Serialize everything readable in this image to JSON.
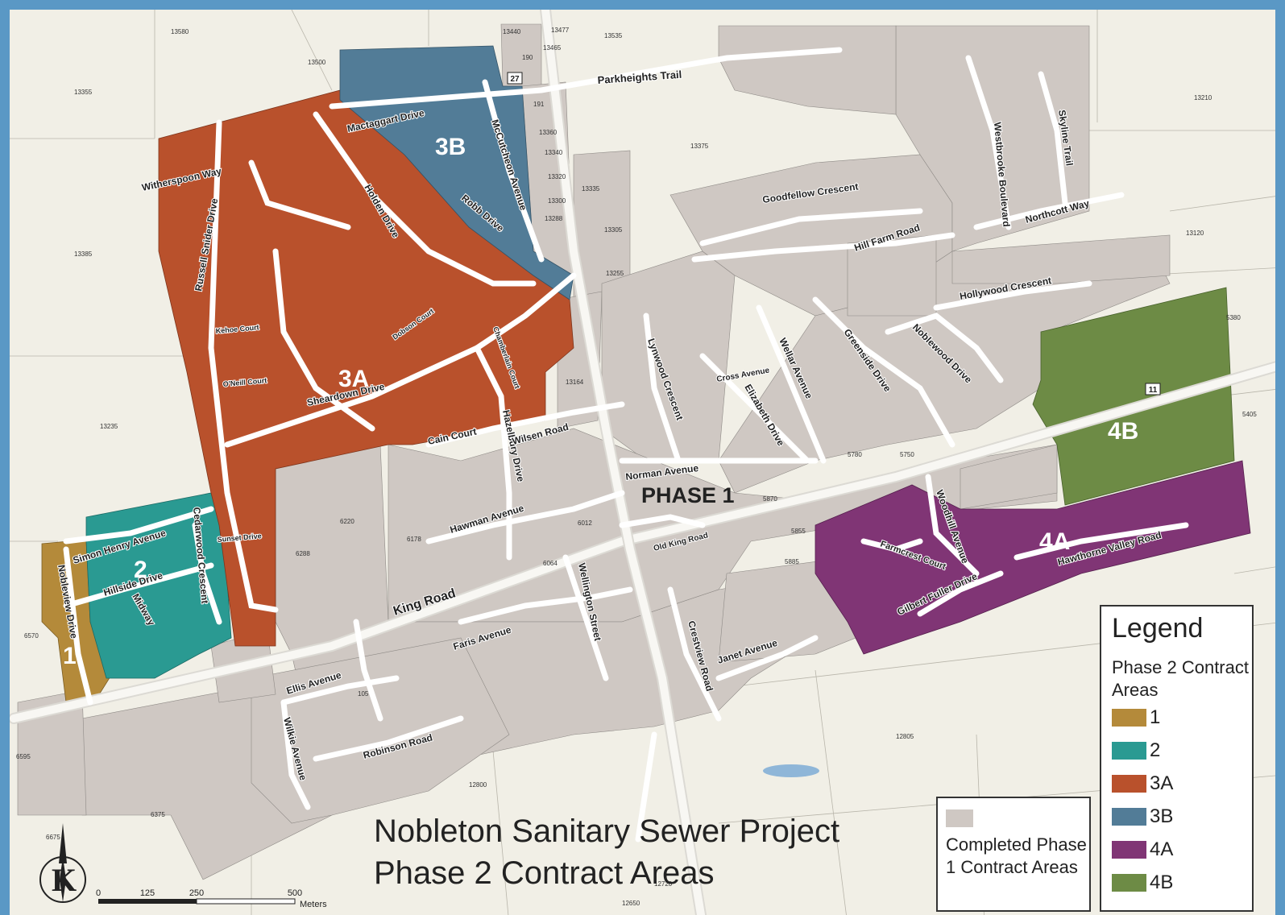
{
  "title": {
    "line1": "Nobleton Sanitary Sewer Project",
    "line2": "Phase 2 Contract Areas"
  },
  "phase1_label": "PHASE 1",
  "completed_legend": {
    "label": "Completed Phase 1 Contract Areas",
    "color": "#cfc8c3"
  },
  "legend": {
    "title": "Legend",
    "subtitle": "Phase 2 Contract Areas",
    "items": [
      {
        "label": "1",
        "color": "#b48a3a"
      },
      {
        "label": "2",
        "color": "#2a9a92"
      },
      {
        "label": "3A",
        "color": "#b9512c"
      },
      {
        "label": "3B",
        "color": "#527c97"
      },
      {
        "label": "4A",
        "color": "#803575"
      },
      {
        "label": "4B",
        "color": "#6d8b45"
      }
    ]
  },
  "areas": [
    {
      "id": "1",
      "label": "1"
    },
    {
      "id": "2",
      "label": "2"
    },
    {
      "id": "3A",
      "label": "3A"
    },
    {
      "id": "3B",
      "label": "3B"
    },
    {
      "id": "4A",
      "label": "4A"
    },
    {
      "id": "4B",
      "label": "4B"
    }
  ],
  "roads": [
    "King Road",
    "Parkheights Trail",
    "Mactaggart Drive",
    "McCutcheon Avenue",
    "Robb Drive",
    "Witherspoon Way",
    "Russell Snider Drive",
    "Holden Drive",
    "Kehoe Court",
    "Dobson Court",
    "O'Neill Court",
    "Sheardown Drive",
    "Cain Court",
    "Hazelbury Drive",
    "Chamberlain Court",
    "Simon Henry Avenue",
    "Cedarwood Crescent",
    "Sunset Drive",
    "Hillside Drive",
    "Midway",
    "Nobleview Drive",
    "Wilsen Road",
    "Hawman Avenue",
    "Norman Avenue",
    "Lynwood Crescent",
    "Cross Avenue",
    "Elizabeth Drive",
    "Wellar Avenue",
    "Goodfellow Crescent",
    "Hill Farm Road",
    "Greenside Drive",
    "Noblewood Drive",
    "Hollywood Crescent",
    "Westbrooke Boulevard",
    "Skyline Trail",
    "Northcott Way",
    "Woodhill Avenue",
    "Farmcrest Court",
    "Gilbert Fuller Drive",
    "Hawthorne Valley Road",
    "Old King Road",
    "Faris Avenue",
    "Wellington Street",
    "Crestview Road",
    "Janet Avenue",
    "Ellis Avenue",
    "Wilkie Avenue",
    "Robinson Road"
  ],
  "route_shields": [
    "27",
    "11"
  ],
  "parcel_numbers": [
    "13580",
    "13500",
    "13440",
    "13477",
    "13465",
    "13535",
    "13355",
    "13385",
    "13235",
    "13375",
    "13335",
    "13305",
    "13255",
    "13210",
    "13120",
    "5380",
    "5405",
    "12805",
    "12800",
    "12720",
    "12650",
    "6375",
    "6288",
    "6220",
    "6178",
    "5885",
    "5750",
    "5780",
    "6595",
    "6570",
    "6675",
    "13164",
    "190",
    "191",
    "13360",
    "13340",
    "13320",
    "13300",
    "13288",
    "5870",
    "5855",
    "6012",
    "6064",
    "105"
  ],
  "scale_bar": {
    "ticks": [
      "0",
      "125",
      "250",
      "500"
    ],
    "unit": "Meters"
  }
}
